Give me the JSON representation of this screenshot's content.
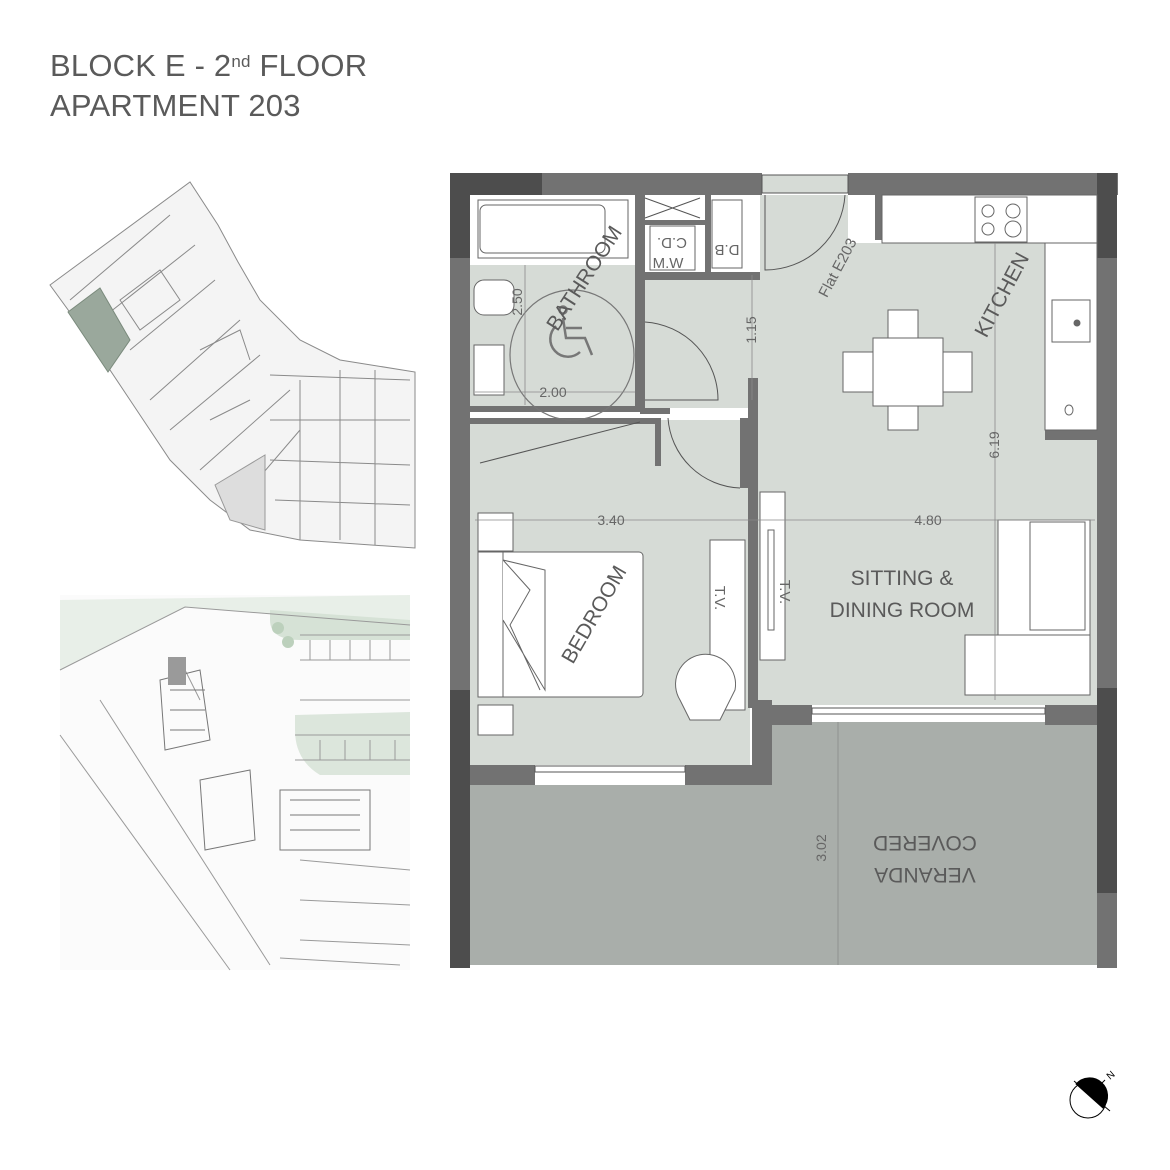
{
  "title": {
    "line1_main": "BLOCK E - 2",
    "line1_sup": "nd",
    "line1_end": " FLOOR",
    "line2": "APARTMENT 203"
  },
  "plan": {
    "flat_label": "Flat E203",
    "rooms": {
      "bathroom": "BATHROOM",
      "bedroom": "BEDROOM",
      "kitchen": "KITCHEN",
      "sitting_line1": "SITTING &",
      "sitting_line2": "DINING ROOM",
      "veranda_line1": "COVERED",
      "veranda_line2": "VERANDA"
    },
    "fixtures": {
      "cd": "C.D.",
      "mw": "M.W",
      "db": "D.B",
      "tv1": "T.V.",
      "tv2": "T.V."
    },
    "dimensions": {
      "bath_height": "2.50",
      "bath_width": "2.00",
      "hall": "1.15",
      "living_length": "6.19",
      "bedroom_width": "3.40",
      "living_width": "4.80",
      "veranda_depth": "3.02"
    }
  },
  "north_label": "N",
  "colors": {
    "room_fill": "#d6dbd6",
    "wall": "#727272",
    "wall_dark": "#4d4d4d",
    "veranda_fill": "#a9aeaa",
    "text": "#5a5a5a"
  }
}
